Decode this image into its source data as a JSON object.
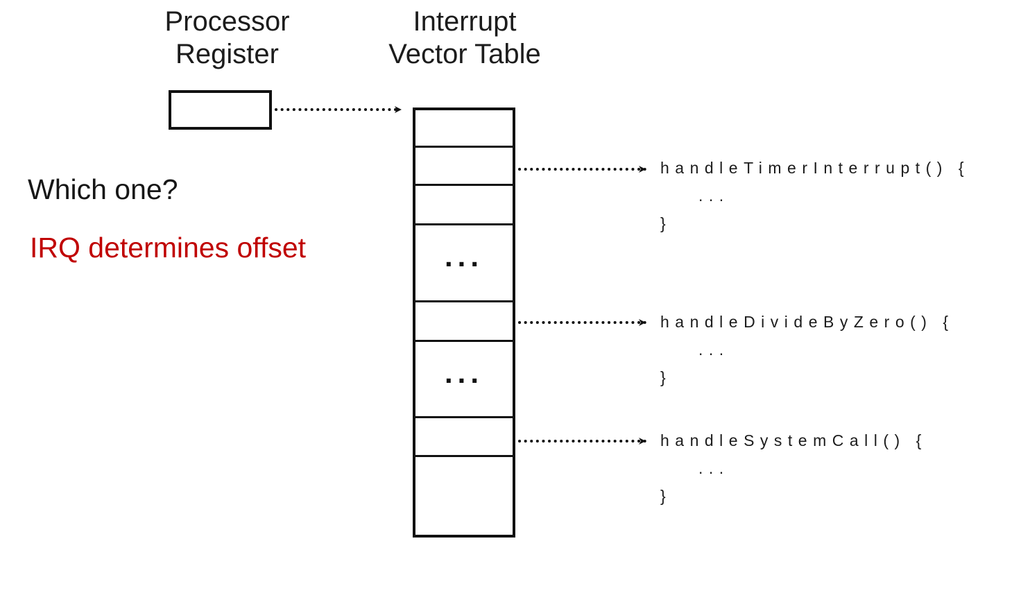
{
  "diagram": {
    "labels": {
      "processor_register": "Processor\nRegister",
      "interrupt_vector_table": "Interrupt\nVector Table"
    },
    "commentary": {
      "question": "Which one?",
      "answer": "IRQ determines offset"
    },
    "colors": {
      "line_black": "#111111",
      "answer_red": "#c00000"
    },
    "ivt": {
      "rows": [
        {
          "content": ""
        },
        {
          "content": ""
        },
        {
          "content": ""
        },
        {
          "content": "..."
        },
        {
          "content": ""
        },
        {
          "content": "..."
        },
        {
          "content": ""
        },
        {
          "content": ""
        }
      ]
    },
    "handlers": [
      {
        "signature": "handleTimerInterrupt() {",
        "body": "...",
        "close": "}"
      },
      {
        "signature": "handleDivideByZero() {",
        "body": "...",
        "close": "}"
      },
      {
        "signature": "handleSystemCall() {",
        "body": "...",
        "close": "}"
      }
    ],
    "arrows": {
      "register_to_table": "dotted",
      "vector_to_timer": "dotted",
      "vector_to_divide": "dotted",
      "vector_to_syscall": "dotted"
    }
  }
}
